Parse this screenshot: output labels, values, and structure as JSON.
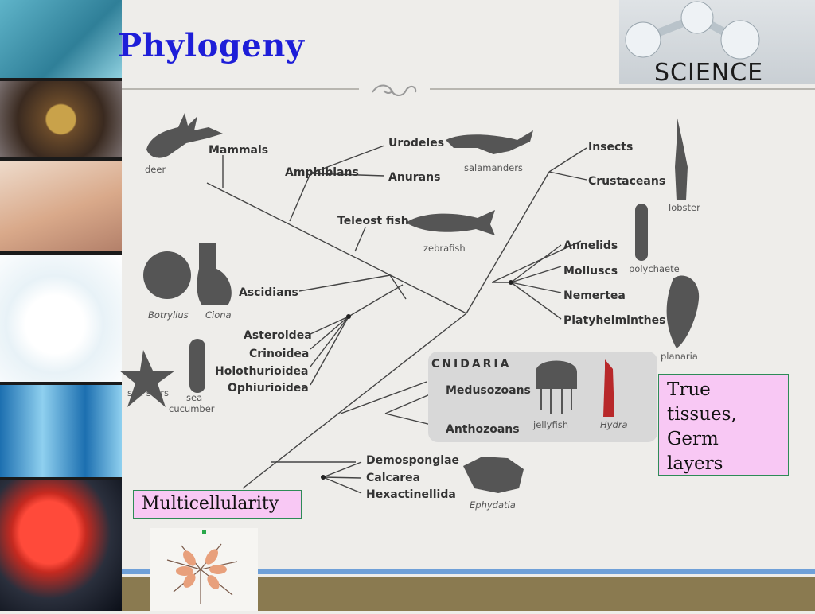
{
  "title": "Phylogeny",
  "logo": {
    "text": "SCIENCE"
  },
  "labels": {
    "mammals": "Mammals",
    "amphibians": "Amphibians",
    "urodeles": "Urodeles",
    "anurans": "Anurans",
    "teleost": "Teleost fish",
    "ascidians": "Ascidians",
    "asteroidea": "Asteroidea",
    "crinoidea": "Crinoidea",
    "holothurioidea": "Holothurioidea",
    "ophiurioidea": "Ophiurioidea",
    "insects": "Insects",
    "crustaceans": "Crustaceans",
    "annelids": "Annelids",
    "molluscs": "Molluscs",
    "nemertea": "Nemertea",
    "platyhelminthes": "Platyhelminthes",
    "cnidaria": "CNIDARIA",
    "medusozoans": "Medusozoans",
    "anthozoans": "Anthozoans",
    "demospongiae": "Demospongiae",
    "calcarea": "Calcarea",
    "hexactinellida": "Hexactinellida"
  },
  "captions": {
    "deer": "deer",
    "salamanders": "salamanders",
    "zebrafish": "zebrafish",
    "botryllus": "Botryllus",
    "ciona": "Ciona",
    "sea_stars": "sea stars",
    "sea": "sea",
    "cucumber": "cucumber",
    "lobster": "lobster",
    "polychaete": "polychaete",
    "planaria": "planaria",
    "jellyfish": "jellyfish",
    "hydra": "Hydra",
    "ephydatia": "Ephydatia"
  },
  "notes": {
    "true_tissues_lines": [
      "True",
      "tissues,",
      "Germ",
      "layers"
    ],
    "multicellularity": "Multicellularity"
  }
}
